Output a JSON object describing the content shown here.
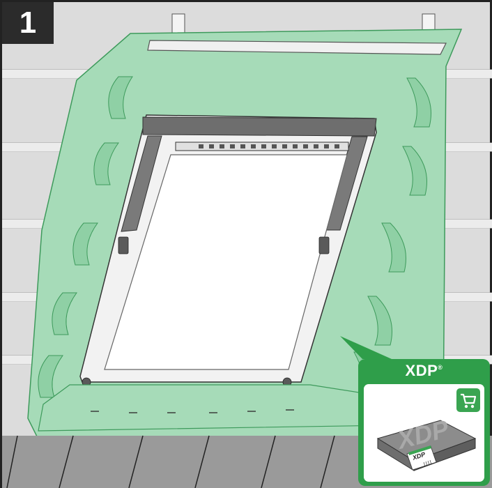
{
  "step": {
    "number": "1"
  },
  "product": {
    "name": "XDP",
    "mark": "®",
    "package_big_text": "XDP",
    "package_label_text": "XDP"
  },
  "icons": {
    "cart": "shopping-cart-icon"
  },
  "colors": {
    "membrane": "#a6dbb8",
    "membrane_dark": "#5fb97f",
    "callout_green": "#2f9e4a",
    "roof_tile": "#d9d9d9",
    "frame_grey": "#7f7f7f",
    "badge": "#2b2b2b"
  }
}
